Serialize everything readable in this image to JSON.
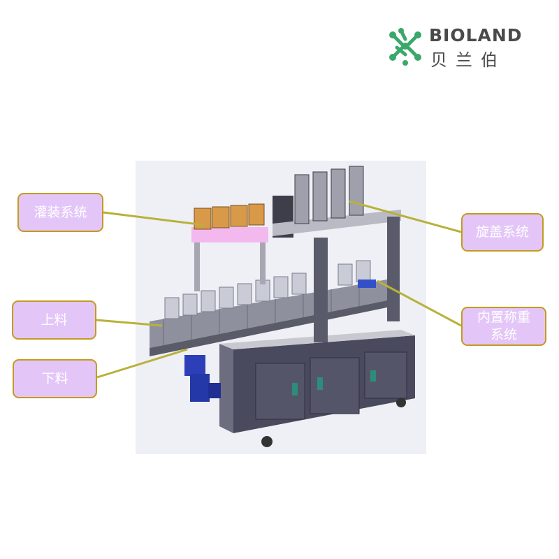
{
  "logo": {
    "name_en": "BIOLAND",
    "name_cn": "贝兰伯",
    "mark_color": "#3aa86a"
  },
  "labels": {
    "filling": "灌装系统",
    "capping": "旋盖系统",
    "loading": "上料",
    "unloading": "下料",
    "weighing_line1": "内置称重",
    "weighing_line2": "系统"
  },
  "colors": {
    "label_fill": "#e3c6f7",
    "label_border": "#c49a1f",
    "leader_line": "#b9b13a"
  }
}
